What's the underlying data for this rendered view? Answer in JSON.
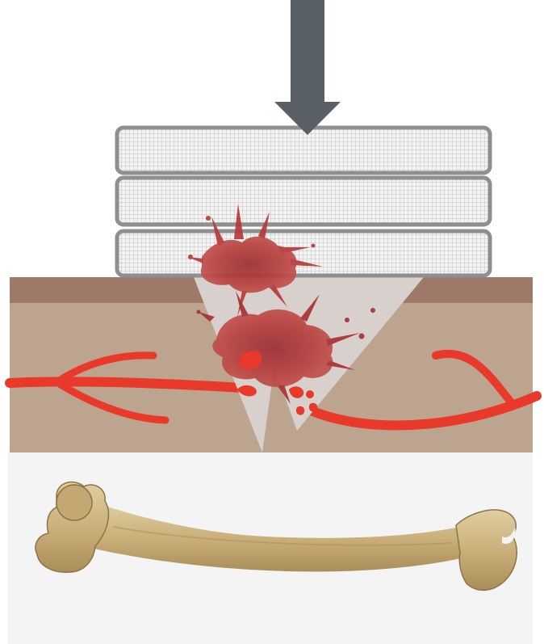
{
  "diagram": {
    "type": "illustration",
    "elements": [
      {
        "name": "pressure-arrow"
      },
      {
        "name": "gauze-pad",
        "count": 3
      },
      {
        "name": "skin-layer"
      },
      {
        "name": "tissue-layer"
      },
      {
        "name": "blood-vessels"
      },
      {
        "name": "wound-cavity"
      },
      {
        "name": "blood-stain"
      },
      {
        "name": "bone-layer"
      },
      {
        "name": "femur-bone"
      }
    ]
  },
  "colors": {
    "arrow": "#585f66",
    "gauze_border": "#8f8f8f",
    "gauze_fill": "#f2f2f2",
    "gauze_grid": "#b5b5b5",
    "skin": "#9e7869",
    "tissue": "#bda48e",
    "wound": "#d9d1cd",
    "vessel": "#e8392b",
    "blood": "#b73a39",
    "bone_bg": "#f4f4f4",
    "bone": "#c9b07e"
  }
}
